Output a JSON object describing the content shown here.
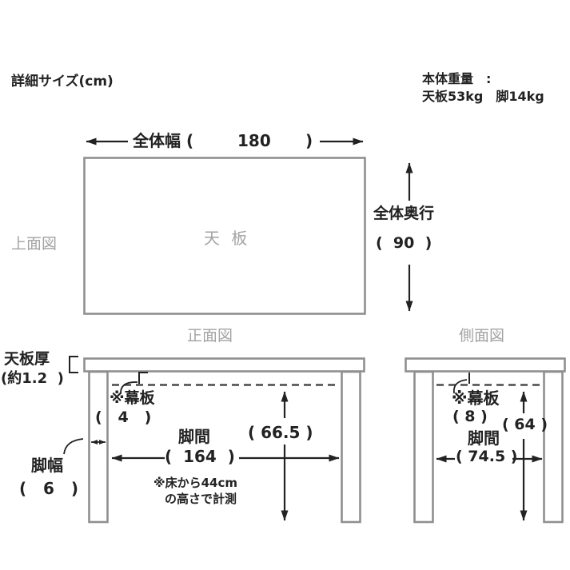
{
  "colors": {
    "ink": "#222222",
    "outline": "#8f8f8f",
    "muted_text": "#a3a3a3",
    "dash_line": "#4a4a4a",
    "background": "#ffffff"
  },
  "header": {
    "title": "詳細サイズ(cm)",
    "weight_title": "本体重量　:",
    "weight_detail": "天板53kg　脚14kg"
  },
  "top_view": {
    "view_label": "上面図",
    "part_label": "天 板",
    "overall_width_label": "全体幅 (",
    "overall_width_value": "180",
    "overall_width_close": ")",
    "overall_depth_label": "全体奥行",
    "overall_depth_value": "(  90  )"
  },
  "front_view": {
    "view_label": "正面図",
    "top_thickness_label": "天板厚",
    "top_thickness_value": "(約1.2  )",
    "apron_label": "※幕板",
    "apron_value": "(   4   )",
    "leg_span_label": "脚間",
    "leg_span_value": "(  164  )",
    "floor_clearance_value": "( 66.5 )",
    "measure_note_line1": "※床から44cm",
    "measure_note_line2": "の高さで計測",
    "leg_width_label": "脚幅",
    "leg_width_value": "(   6   )"
  },
  "side_view": {
    "view_label": "側面図",
    "apron_label": "※幕板",
    "apron_value": "( 8 )",
    "floor_clearance_value": "( 64 )",
    "leg_span_label": "脚間",
    "leg_span_value": "( 74.5 )"
  }
}
